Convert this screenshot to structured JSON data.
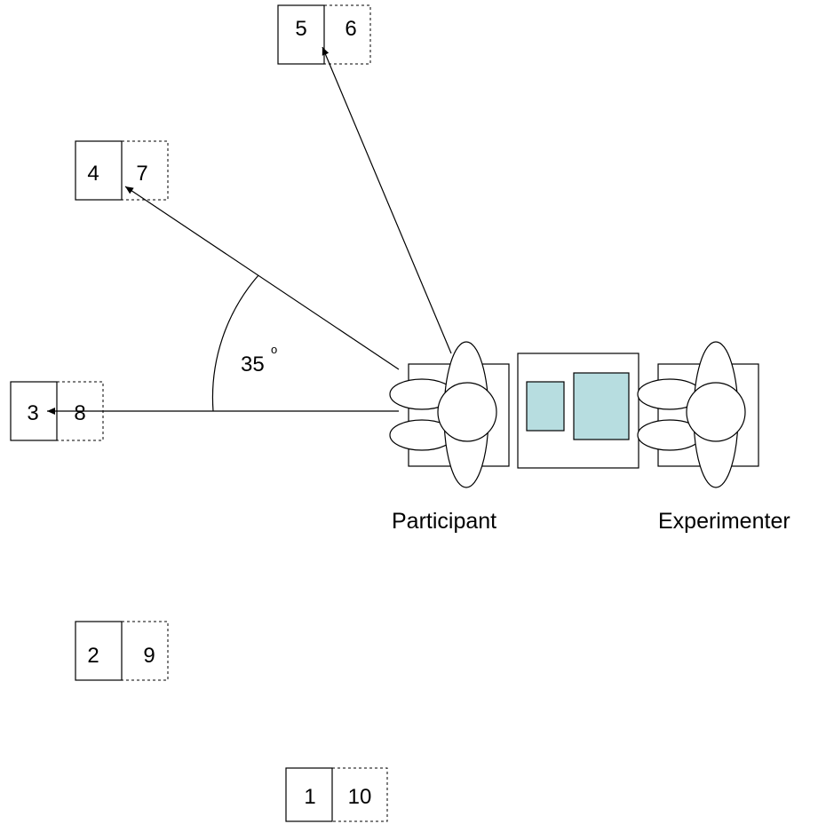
{
  "targets": [
    {
      "solid": "5",
      "dashed": "6"
    },
    {
      "solid": "4",
      "dashed": "7"
    },
    {
      "solid": "3",
      "dashed": "8"
    },
    {
      "solid": "2",
      "dashed": "9"
    },
    {
      "solid": "1",
      "dashed": "10"
    }
  ],
  "angle": {
    "value": "35",
    "unit": "o"
  },
  "labels": {
    "participant": "Participant",
    "experimenter": "Experimenter"
  },
  "colors": {
    "screen_fill": "#b7dde0",
    "stroke": "#000000"
  }
}
